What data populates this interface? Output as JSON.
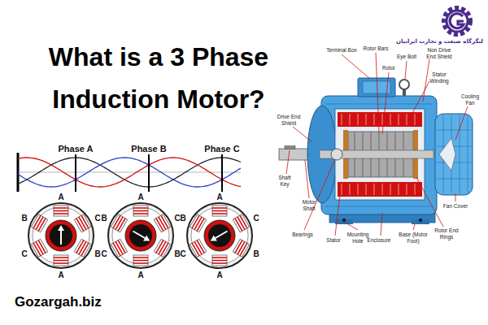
{
  "diagram": {
    "title": "What is a 3 Phase Induction Motor?",
    "labels": [
      "Phase A",
      "Phase B",
      "Phase C",
      "A",
      "B",
      "C",
      "C",
      "B",
      "A",
      "A",
      "B",
      "C",
      "C",
      "B",
      "A",
      "A",
      "B",
      "C",
      "C",
      "B",
      "A",
      "Terminal Box",
      "Rotor Bars",
      "Eye Bolt",
      "Rotor",
      "Non Drive End Shield",
      "Stator Winding",
      "Cooling Fan",
      "Drive End Shield",
      "Shaft Key",
      "Motor Shaft",
      "Bearings",
      "Stator",
      "Mounting Hole",
      "Enclosure",
      "Base (Motor Foot)",
      "Rotor End Rings",
      "Fan Cover",
      "لنگرگاه صنعت و تجارت ایرانیان",
      "Gozargah.biz"
    ]
  }
}
